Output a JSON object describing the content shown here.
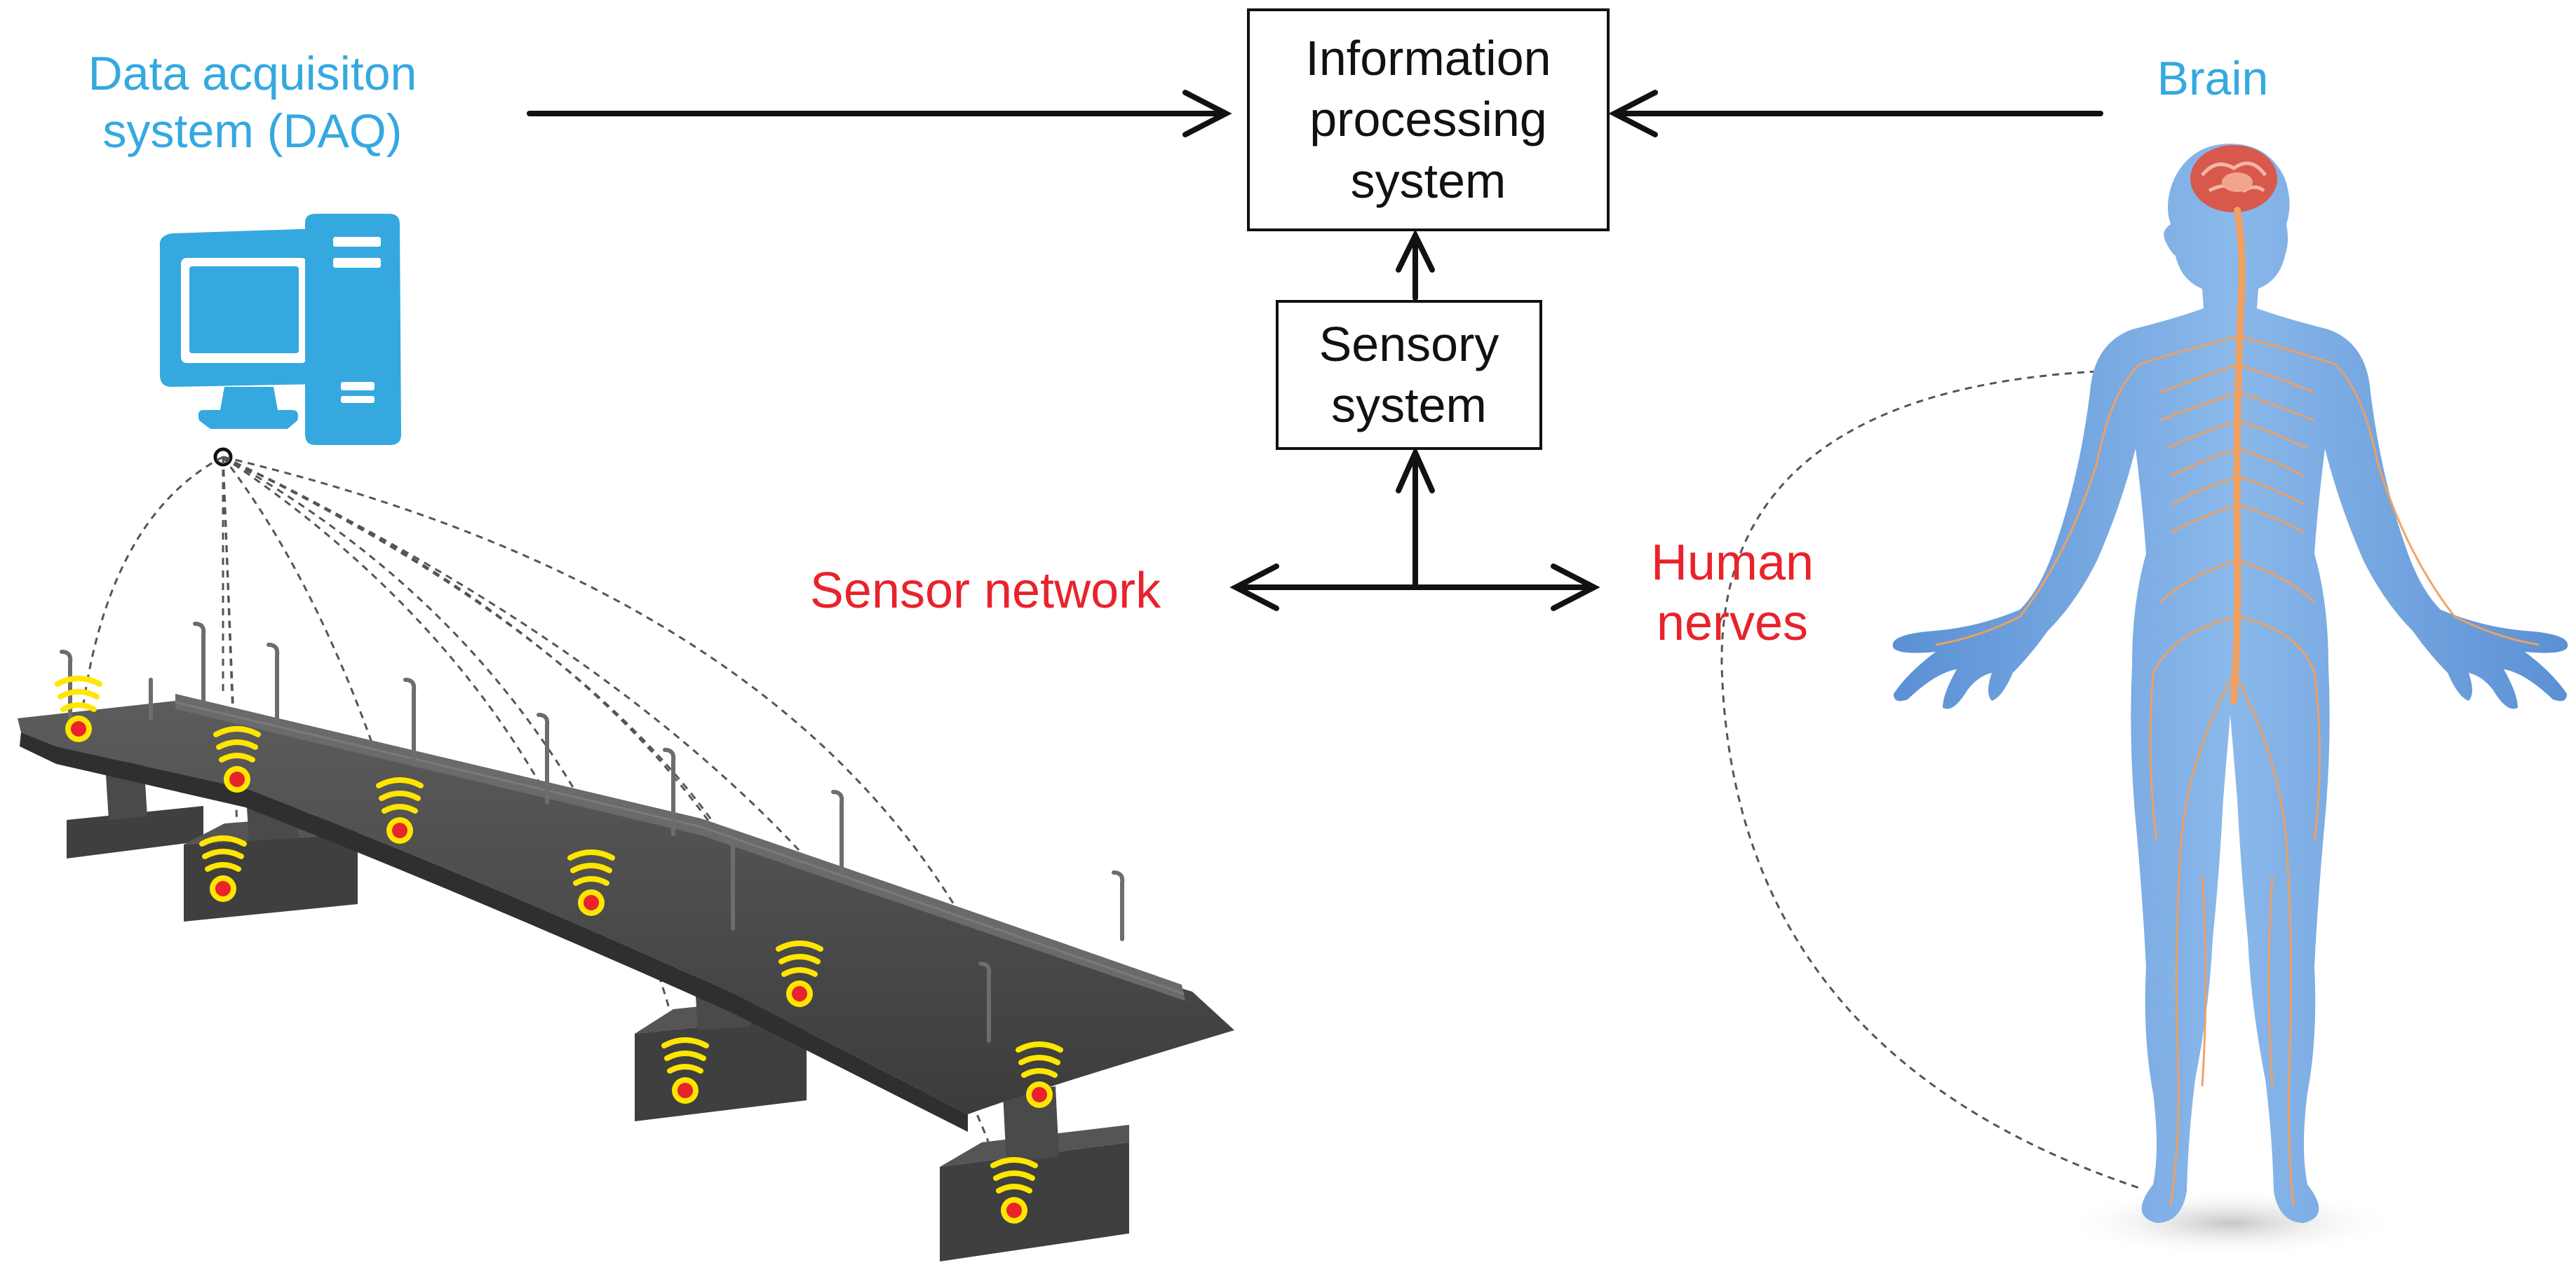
{
  "labels": {
    "daq_line1": "Data acquisiton",
    "daq_line2": "system (DAQ)",
    "brain": "Brain",
    "sensor_network": "Sensor network",
    "human_nerves_line1": "Human",
    "human_nerves_line2": "nerves"
  },
  "boxes": {
    "information_processing": [
      "Information",
      "processing",
      "system"
    ],
    "sensory": [
      "Sensory",
      "system"
    ]
  },
  "colors": {
    "label_blue": "#35a8e0",
    "label_red": "#e8232b",
    "computer_blue": "#35a8e0",
    "bridge_gray": "#4a4a4a",
    "sensor_yellow": "#ffe600",
    "sensor_red": "#e8232b",
    "body_blue": "#6fa4df",
    "nerve_orange": "#f0a060",
    "brain_red": "#d8594c"
  },
  "icons": {
    "computer": "desktop-computer-icon",
    "bridge": "bridge-illustration",
    "human": "human-nervous-system-illustration",
    "sensor": "wireless-sensor-icon"
  }
}
